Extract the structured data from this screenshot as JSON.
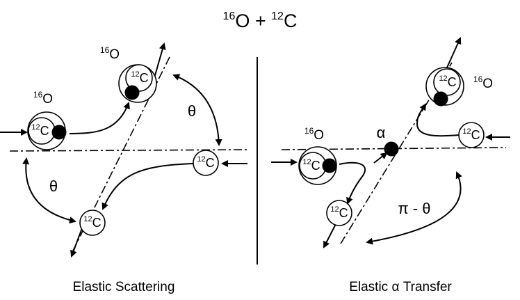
{
  "title": {
    "sup1": "16",
    "el1": "O",
    "plus": " + ",
    "sup2": "12",
    "el2": "C"
  },
  "nuclei": {
    "big_mass": "16",
    "big_el": "O",
    "small_mass": "12",
    "small_el": "C"
  },
  "left_panel": {
    "caption": "Elastic Scattering",
    "angle": "θ"
  },
  "right_panel": {
    "caption": "Elastic α Transfer",
    "alpha": "α",
    "angle": "π - θ"
  }
}
